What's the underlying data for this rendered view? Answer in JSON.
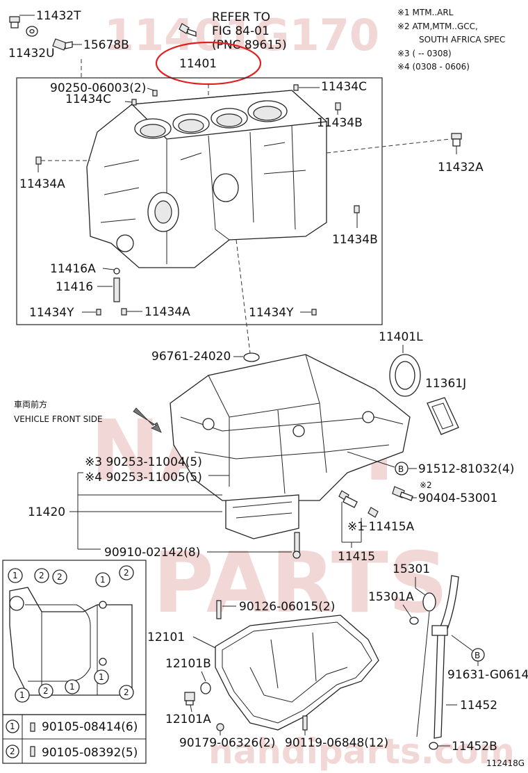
{
  "watermark": {
    "top_code": "11401G170",
    "brand_1": "NAHDI",
    "brand_2": "PARTS",
    "website": "nahdiparts.com"
  },
  "notes": {
    "n1": "※1 MTM..ARL",
    "n2a": "※2 ATM,MTM..GCC,",
    "n2b": "SOUTH AFRICA SPEC",
    "n3": "※3 (         -- 0308)",
    "n4": "※4 (0308 - 0606)"
  },
  "refer": {
    "line1": "REFER TO",
    "line2": "FIG 84-01",
    "line3": "(PNC 89615)"
  },
  "orientation": {
    "jp": "車両前方",
    "en": "VEHICLE FRONT SIDE"
  },
  "labels": {
    "p11432T": "11432T",
    "p11432U": "11432U",
    "p15678B": "15678B",
    "p11401": "11401",
    "p90250": "90250-06003(2)",
    "p11434C_a": "11434C",
    "p11434C_b": "11434C",
    "p11434B_a": "11434B",
    "p11432A": "11432A",
    "p11434A_a": "11434A",
    "p11434B_b": "11434B",
    "p11416A": "11416A",
    "p11416": "11416",
    "p11434Y_a": "11434Y",
    "p11434A_b": "11434A",
    "p11434Y_b": "11434Y",
    "p11401L": "11401L",
    "p96761": "96761-24020",
    "p11361J": "11361J",
    "p90253_3": "※3 90253-11004(5)",
    "p90253_4": "※4 90253-11005(5)",
    "pB_91512": "91512-81032(4)",
    "p90404_mark": "※2",
    "p90404": "90404-53001",
    "p11420": "11420",
    "p11415A": "※1 11415A",
    "p90910": "90910-02142(8)",
    "p11415": "11415",
    "p15301": "15301",
    "p15301A": "15301A",
    "p90126": "90126-06015(2)",
    "p12101": "12101",
    "p12101B": "12101B",
    "p91631": "91631-G0614",
    "p11452": "11452",
    "p12101A": "12101A",
    "p90179": "90179-06326(2)",
    "p90119": "90119-06848(12)",
    "p11452B": "11452B",
    "figure_id": "112418G",
    "circleB_1": "B",
    "circleB_2": "B"
  },
  "legend": {
    "row1": {
      "num": "1",
      "part": "90105-08414(6)"
    },
    "row2": {
      "num": "2",
      "part": "90105-08392(5)"
    }
  },
  "inset_numbers": {
    "top": [
      "1",
      "2",
      "2",
      "1",
      "2"
    ],
    "bottom": [
      "1",
      "2",
      "1",
      "1",
      "2"
    ]
  },
  "colors": {
    "watermark": "#e8b8b8",
    "highlight_circle": "#e02020",
    "line": "#222222"
  }
}
